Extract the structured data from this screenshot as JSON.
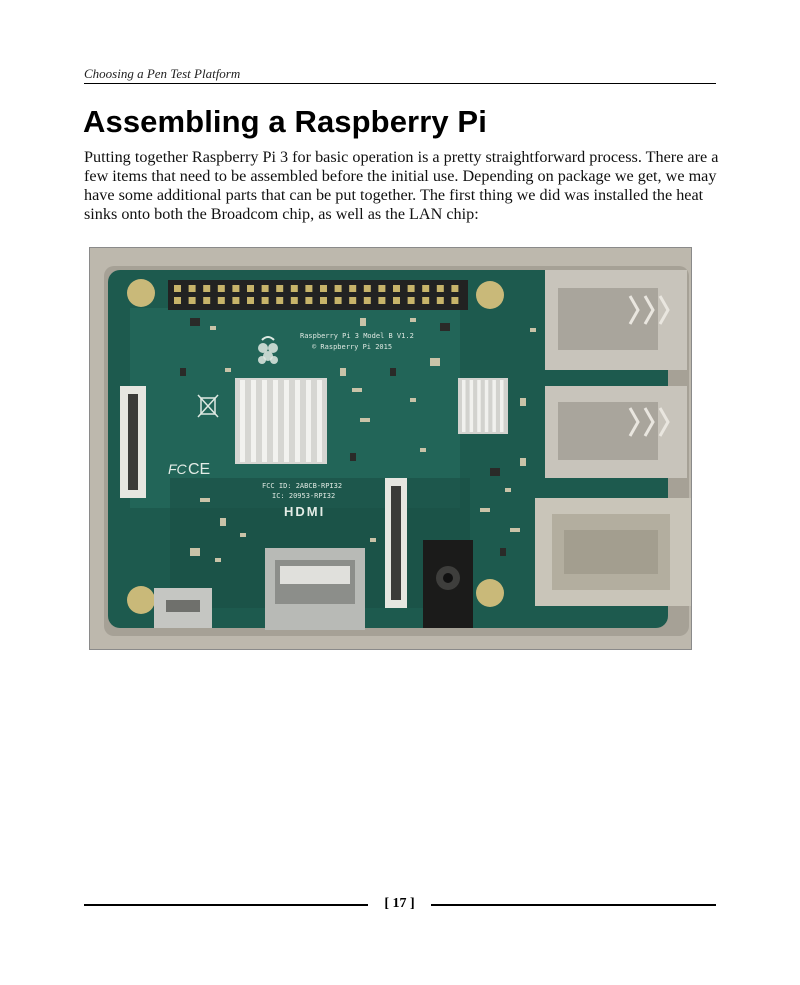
{
  "header": {
    "running_title": "Choosing a Pen Test Platform"
  },
  "section": {
    "title": "Assembling a Raspberry Pi",
    "paragraph": "Putting together Raspberry Pi 3 for basic operation is a pretty straightforward process. There are a few items that need to be assembled before the initial use. Depending on package we get, we may have some additional parts that can be put together. The first thing we did was installed the heat sinks onto both the Broadcom chip, as well as the LAN chip:"
  },
  "figure": {
    "board_model_text": "Raspberry Pi 3 Model B V1.2",
    "board_copyright_text": "© Raspberry Pi 2015",
    "fcc_text": "FCC ID: 2ABCB-RPI32",
    "ic_text": "IC: 20953-RPI32",
    "hdmi_text": "HDMI",
    "ce_mark": "CE",
    "fc_mark": "FC"
  },
  "footer": {
    "page_number": "[ 17 ]"
  }
}
